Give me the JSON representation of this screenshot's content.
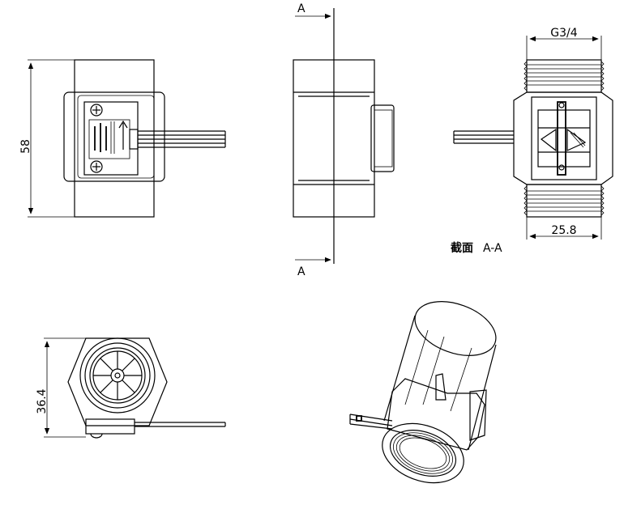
{
  "dimensions": {
    "length": "58",
    "height": "36.4",
    "thread": "G3/4",
    "body_width": "25.8"
  },
  "section": {
    "marker_top": "A",
    "marker_bottom": "A",
    "caption_cjk": "截面",
    "caption_ref": "A-A"
  }
}
